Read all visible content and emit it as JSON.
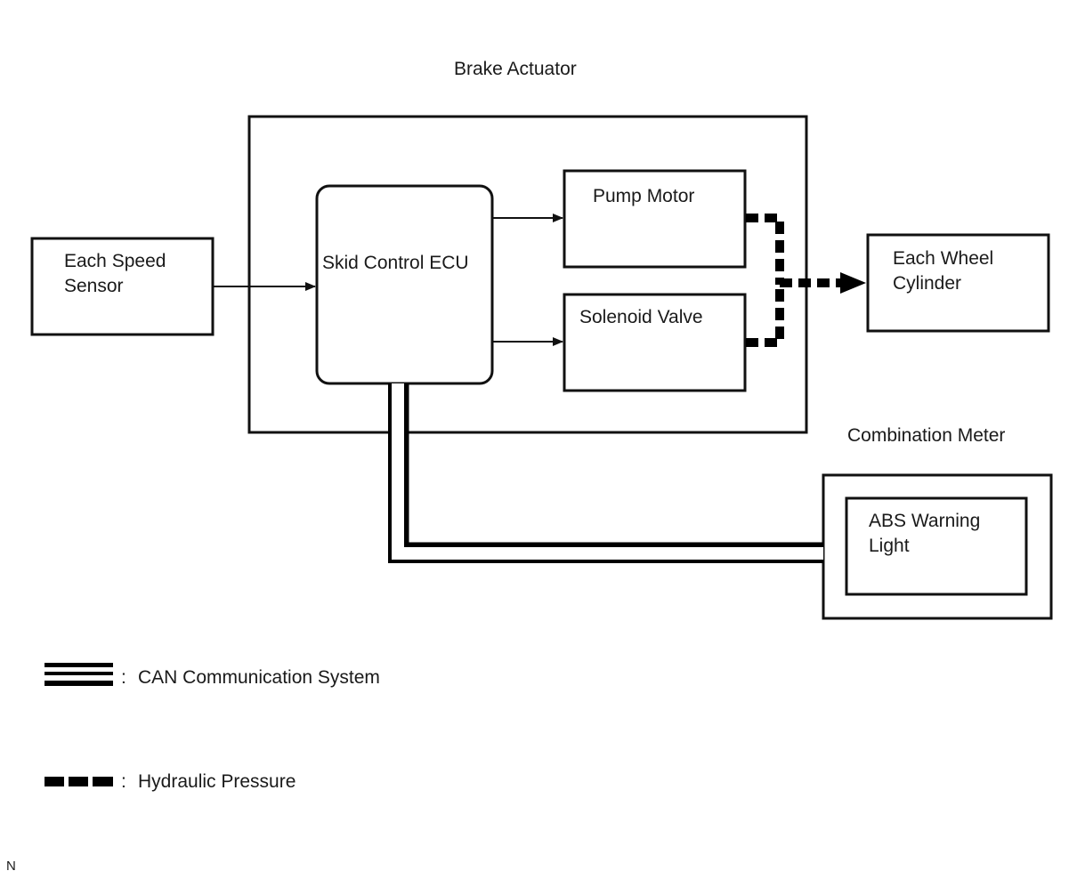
{
  "diagram": {
    "title": "Brake Actuator",
    "nodes": {
      "speed_sensor": {
        "line1": "Each Speed",
        "line2": "Sensor"
      },
      "skid_ecu": {
        "label": "Skid Control ECU"
      },
      "pump_motor": {
        "label": "Pump Motor"
      },
      "solenoid_valve": {
        "label": "Solenoid Valve"
      },
      "wheel_cylinder": {
        "line1": "Each Wheel",
        "line2": "Cylinder"
      },
      "combination_meter": {
        "label": "Combination Meter"
      },
      "abs_warning_light": {
        "line1": "ABS Warning",
        "line2": "Light"
      }
    },
    "connections": [
      {
        "from": "Each Speed Sensor",
        "to": "Skid Control ECU",
        "type": "signal"
      },
      {
        "from": "Skid Control ECU",
        "to": "Pump Motor",
        "type": "signal"
      },
      {
        "from": "Skid Control ECU",
        "to": "Solenoid Valve",
        "type": "signal"
      },
      {
        "from": "Pump Motor",
        "to": "Each Wheel Cylinder",
        "type": "hydraulic"
      },
      {
        "from": "Solenoid Valve",
        "to": "Each Wheel Cylinder",
        "type": "hydraulic"
      },
      {
        "from": "Skid Control ECU",
        "to": "ABS Warning Light",
        "type": "can"
      }
    ],
    "legend": [
      {
        "symbol": "triple-line",
        "separator": ":",
        "label": "CAN Communication System"
      },
      {
        "symbol": "dashed-thick",
        "separator": ":",
        "label": "Hydraulic Pressure"
      }
    ],
    "corner_mark": "N"
  }
}
